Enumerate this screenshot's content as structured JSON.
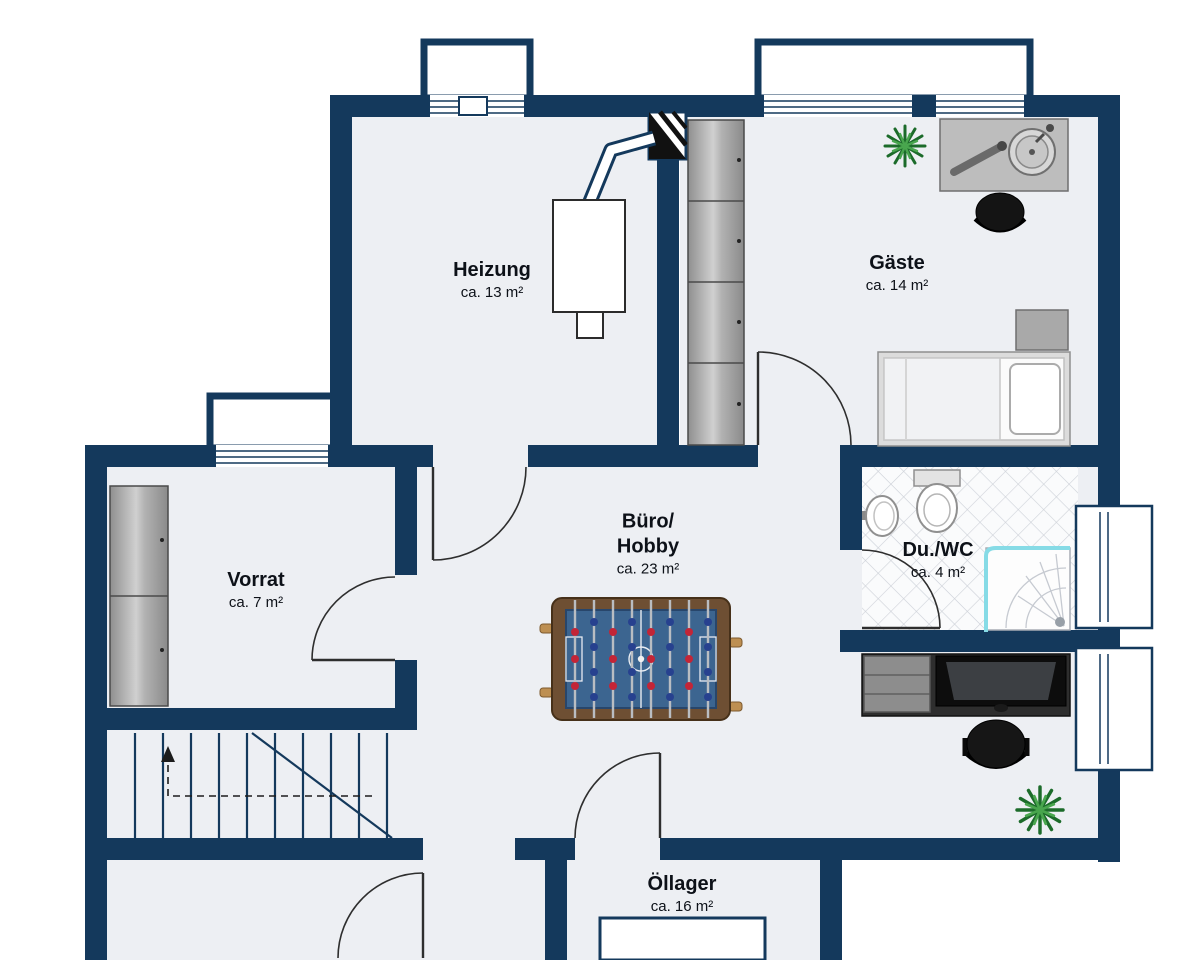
{
  "rooms": {
    "heizung": {
      "name": "Heizung",
      "area": "ca. 13 m²"
    },
    "gaeste": {
      "name": "Gäste",
      "area": "ca. 14 m²"
    },
    "vorrat": {
      "name": "Vorrat",
      "area": "ca. 7 m²"
    },
    "buero_hobby": {
      "name_line1": "Büro/",
      "name_line2": "Hobby",
      "area": "ca. 23 m²"
    },
    "du_wc": {
      "name": "Du./WC",
      "area": "ca. 4 m²"
    },
    "oellager": {
      "name": "Öllager",
      "area": "ca. 16 m²"
    }
  },
  "colors": {
    "wall": "#14395c",
    "floor": "#edeff3",
    "tile_line": "#cdd1d8",
    "glass": "#86dbe6",
    "plant_dark": "#1c6b2a",
    "plant_light": "#49a64e",
    "foosball_frame": "#6e4f33",
    "foosball_field": "#3c6590",
    "player_red": "#c32537",
    "player_blue": "#27418f",
    "label_ink": "#0d1118"
  },
  "objects": {
    "furnace": "heating boiler with flue duct",
    "chimney": "hatched chimney symbol",
    "wardrobe": "built-in closet along wall",
    "shelves": "storage shelving",
    "stairs": "staircase with up arrow",
    "bed": "single bed with pillow",
    "nightstand": "bedside cabinet",
    "utility_sink": "counter with round sink",
    "office_chair": "black swivel chair",
    "plant": "green potted plant",
    "foosball_table": "table football",
    "toilet": "WC",
    "washbasin": "small basin",
    "shower": "corner shower with glass",
    "desk": "desk with monitor",
    "oil_tank": "oil storage tank",
    "window": "window with glazing lines",
    "door": "door swing arc"
  }
}
